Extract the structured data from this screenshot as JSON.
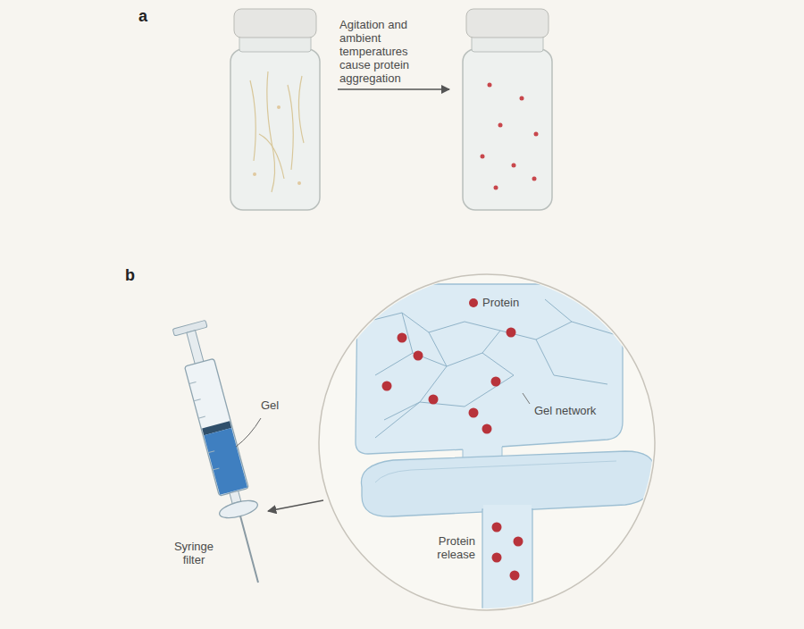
{
  "diagram": {
    "labels": [
      "a",
      "Agitation and ambient temperatures cause protein aggregation",
      "b",
      "Gel",
      "Gel network",
      "Syringe filter",
      "Protein release"
    ],
    "legend": [
      {
        "text": "Protein",
        "color": "#b8333b"
      }
    ]
  }
}
